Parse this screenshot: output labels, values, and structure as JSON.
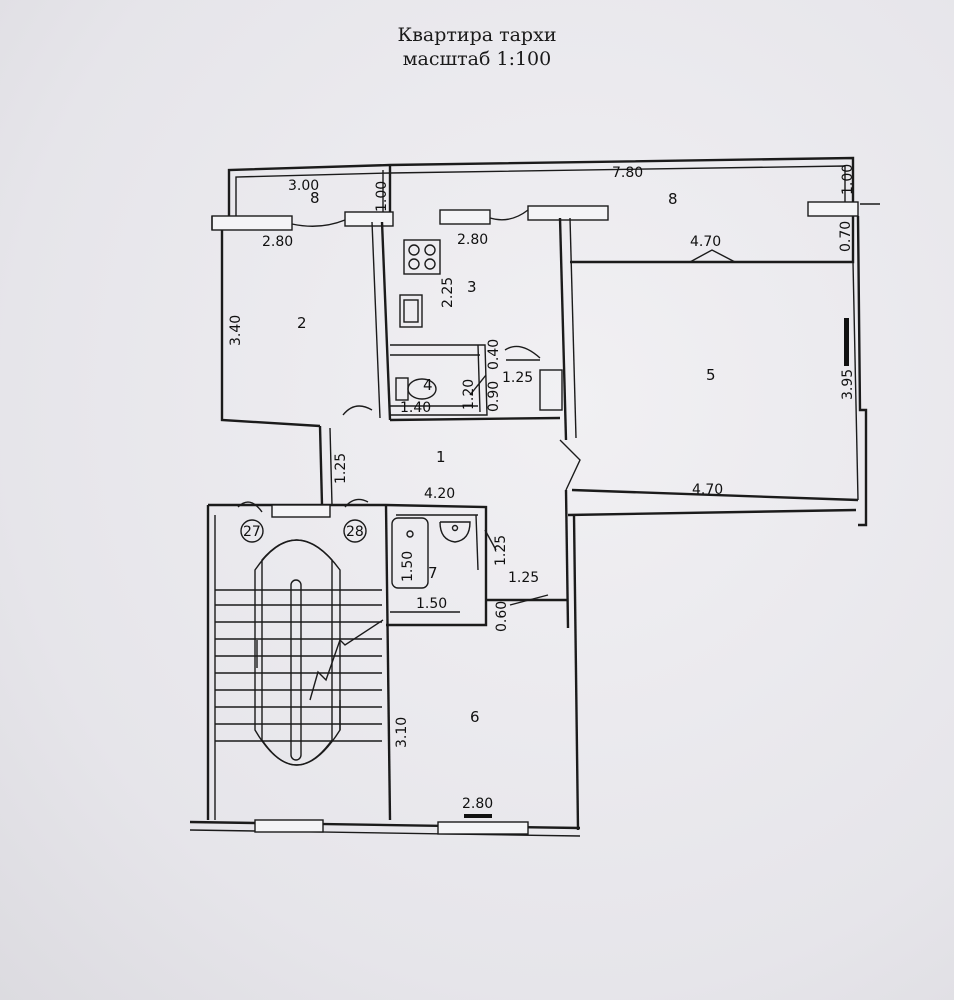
{
  "title": "Квартира тархи",
  "scale": "масштаб 1:100",
  "rooms": {
    "r1": "1",
    "r2": "2",
    "r3": "3",
    "r4": "4",
    "r5": "5",
    "r6": "6",
    "r7": "7",
    "r8a": "8",
    "r8b": "8",
    "stair_left": "27",
    "stair_right": "28"
  },
  "dims": {
    "balc_left_len": "3.00",
    "balc_left_depth": "1.00",
    "balc_right_len": "7.80",
    "balc_right_depth": "1.00",
    "win_room2": "2.80",
    "win_kitchen": "2.80",
    "room5_top": "4.70",
    "right_gap": "0.70",
    "room2_h": "3.40",
    "kitchen_h": "2.25",
    "wc_top": "0.40",
    "wc_door": "1.25",
    "wc_w": "1.40",
    "wc_h": "1.20",
    "wc_d": "0.90",
    "room5_h": "3.95",
    "corr_h": "1.25",
    "corr_w": "4.20",
    "room5_bottom": "4.70",
    "bath_h": "1.50",
    "bath_d": "1.25",
    "bath_door": "1.25",
    "bath_w": "1.50",
    "bath_gap": "0.60",
    "room6_h": "3.10",
    "room6_w": "2.80"
  }
}
